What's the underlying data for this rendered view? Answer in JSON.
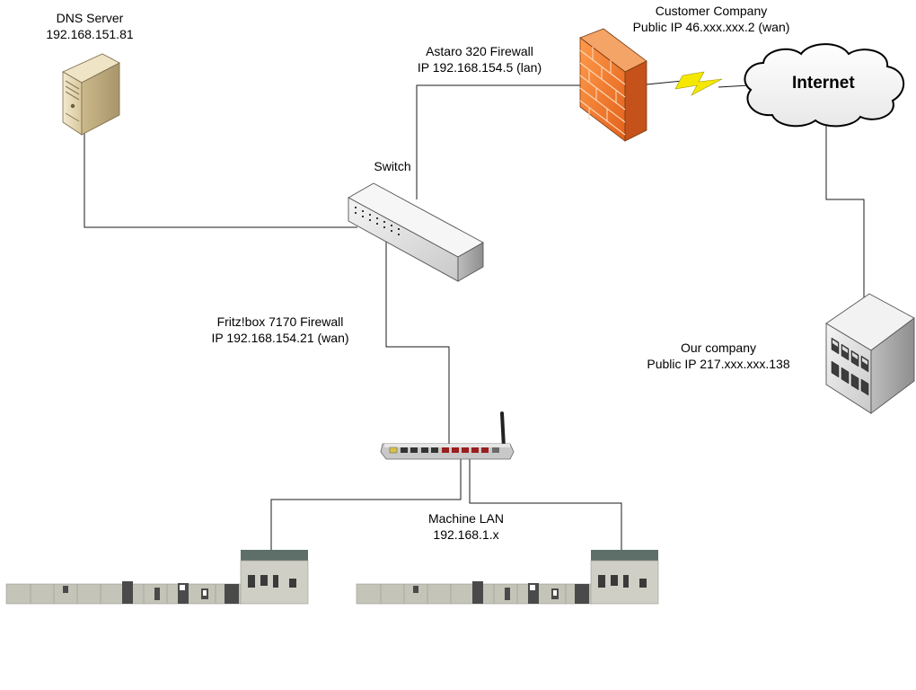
{
  "nodes": {
    "dns_server": {
      "name": "DNS Server",
      "ip": "192.168.151.81"
    },
    "customer": {
      "name": "Customer Company",
      "ip": "Public IP 46.xxx.xxx.2 (wan)"
    },
    "firewall": {
      "name": "Astaro 320 Firewall",
      "ip": "IP 192.168.154.5 (lan)"
    },
    "internet": {
      "name": "Internet"
    },
    "switch": {
      "name": "Switch"
    },
    "fritzbox": {
      "name": "Fritz!box 7170 Firewall",
      "ip": "IP 192.168.154.21 (wan)"
    },
    "our_company": {
      "name": "Our company",
      "ip": "Public IP 217.xxx.xxx.138"
    },
    "machine_lan": {
      "name": "Machine LAN",
      "ip": "192.168.1.x"
    }
  },
  "colors": {
    "line": "#1a1a1a",
    "firewall_brick": "#f07a2a",
    "lightning": "#f5e800",
    "machine_body": "#c4c4b8",
    "machine_roof": "#5e6f6a"
  }
}
